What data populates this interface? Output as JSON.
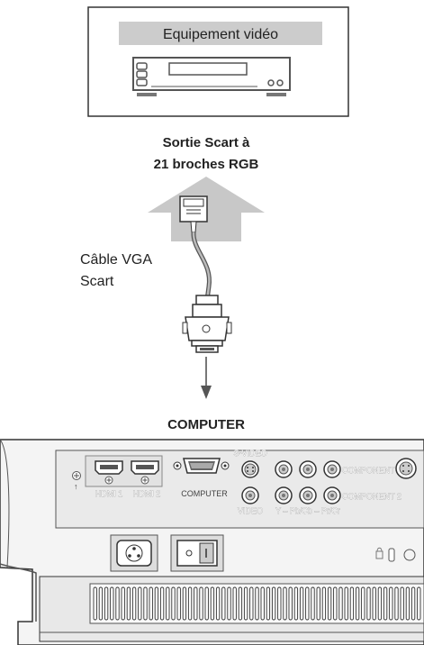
{
  "device": {
    "label": "Equipement vidéo"
  },
  "output": {
    "line1": "Sortie Scart à",
    "line2": "21 broches RGB"
  },
  "cable": {
    "line1": "Câble VGA",
    "line2": "Scart"
  },
  "input": {
    "label": "COMPUTER"
  },
  "panel": {
    "hdmi1": "HDMI 1",
    "hdmi2": "HDMI 2",
    "computer": "COMPUTER",
    "svideo": "S-VIDEO",
    "video": "VIDEO",
    "ypbpr": "Y – Pb/Cb – Pr/Cr",
    "component1": "COMPONENT 1",
    "component2": "COMPONENT 2"
  }
}
